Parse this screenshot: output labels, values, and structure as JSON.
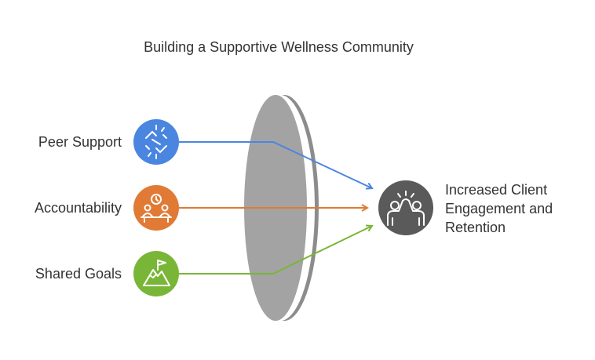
{
  "title": "Building a Supportive Wellness Community",
  "inputs": [
    {
      "label": "Peer Support",
      "color": "#4a86e0",
      "icon": "broken-chain-icon"
    },
    {
      "label": "Accountability",
      "color": "#e07a34",
      "icon": "people-with-clock-icon"
    },
    {
      "label": "Shared Goals",
      "color": "#79b637",
      "icon": "mountain-flag-icon"
    }
  ],
  "lens": {
    "color": "#a0a0a0"
  },
  "output": {
    "lines": [
      "Increased Client",
      "Engagement and",
      "Retention"
    ],
    "color": "#5a5a5a",
    "icon": "high-five-icon"
  }
}
